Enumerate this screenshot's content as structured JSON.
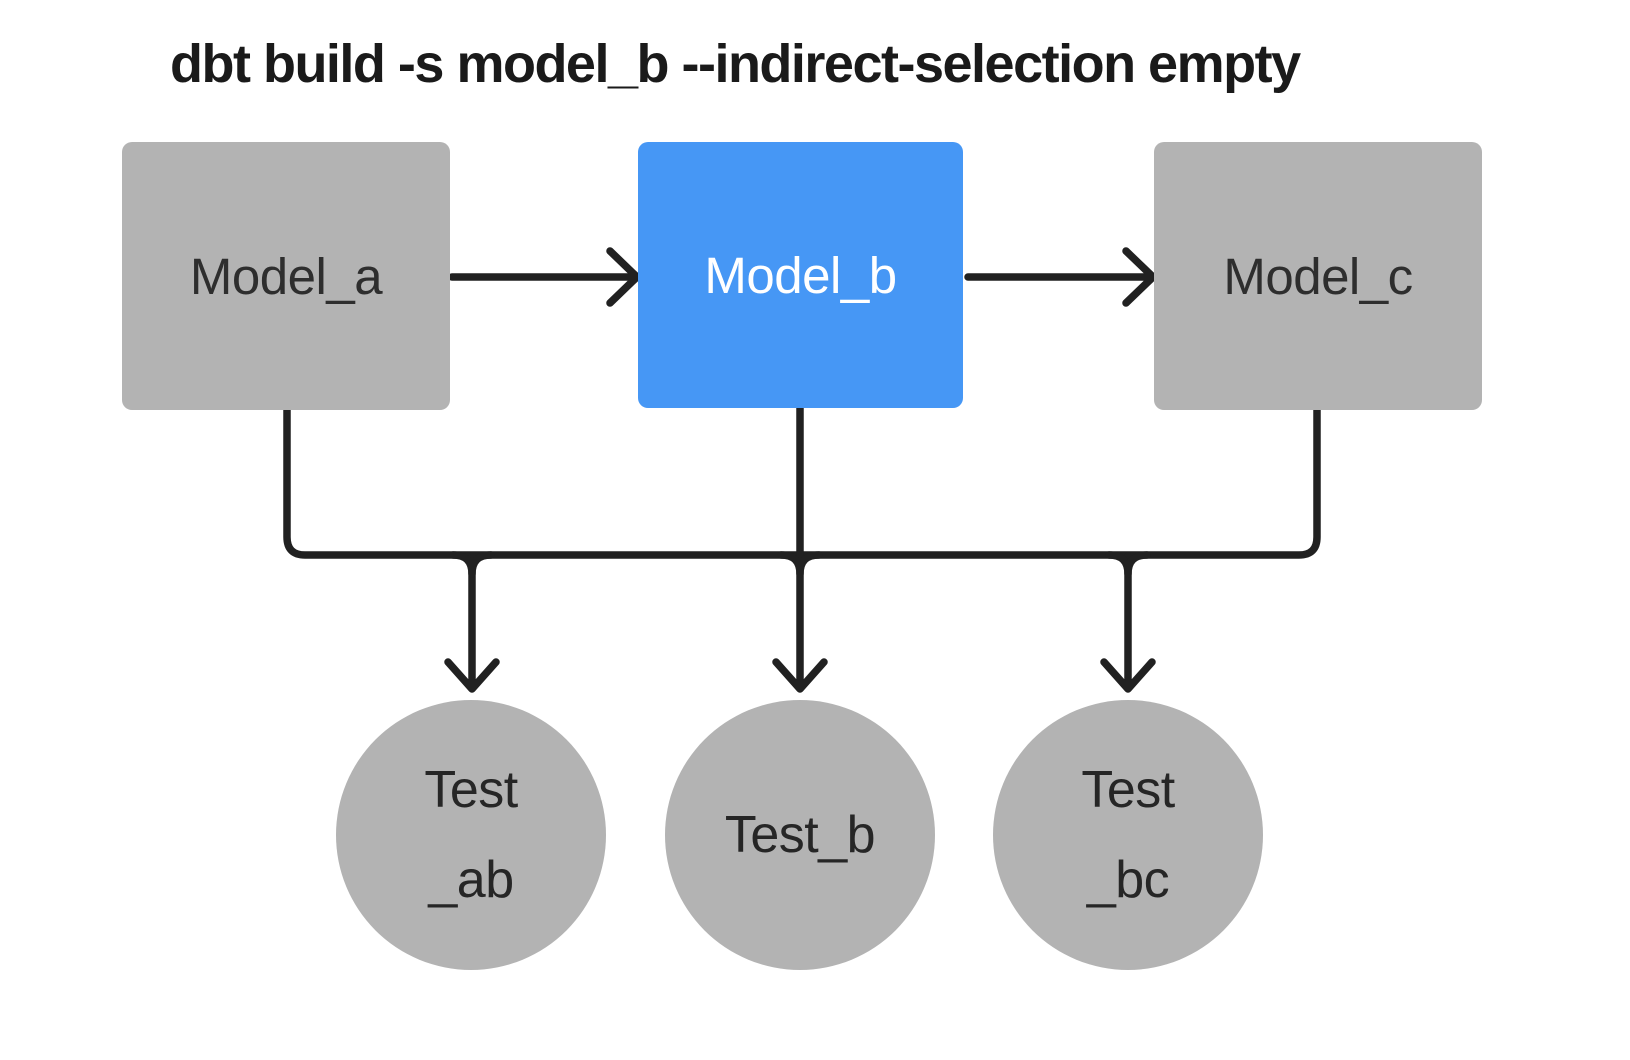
{
  "title": "dbt build -s model_b --indirect-selection empty",
  "nodes": {
    "models": [
      {
        "label": "Model_a",
        "state": "unselected"
      },
      {
        "label": "Model_b",
        "state": "selected"
      },
      {
        "label": "Model_c",
        "state": "unselected"
      }
    ],
    "tests": [
      {
        "label_line1": "Test",
        "label_line2": "_ab"
      },
      {
        "label_line1": "Test_b",
        "label_line2": ""
      },
      {
        "label_line1": "Test",
        "label_line2": "_bc"
      }
    ]
  },
  "colors": {
    "selected_node": "#4697f5",
    "unselected_node": "#b3b3b3",
    "edge": "#212121",
    "selected_node_text": "#ffffff",
    "node_text": "#2e2e2e",
    "background": "#ffffff"
  }
}
